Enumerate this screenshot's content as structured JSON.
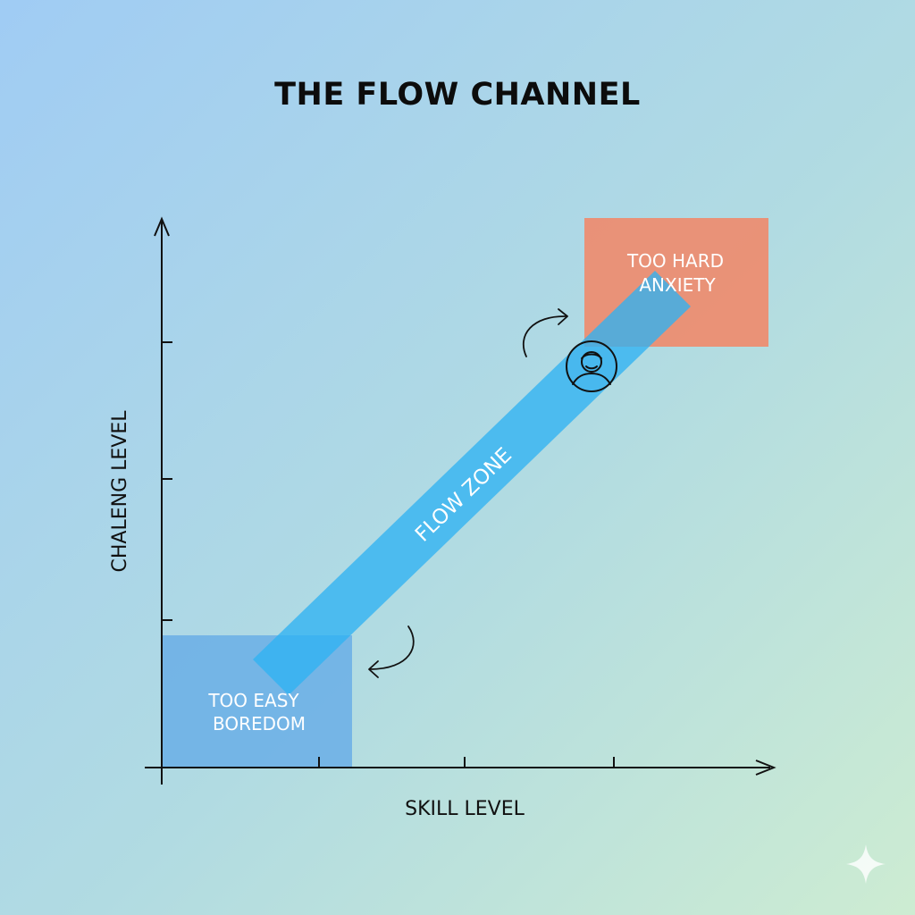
{
  "title": "THE FLOW CHANNEL",
  "axes": {
    "x_label": "SKILL LEVEL",
    "y_label": "CHALENG LEVEL"
  },
  "zones": {
    "low": {
      "line1": "TOO EASY",
      "line2": "BOREDOM",
      "color": "#6aaee6"
    },
    "high": {
      "line1": "TOO HARD",
      "line2": "ANXIETY",
      "color": "#e88a72"
    },
    "flow": {
      "label": "FLOW ZONE",
      "color": "#2fb2f2"
    }
  },
  "icons": {
    "person": "person-icon",
    "arrow_up": "curved-arrow-up-right-icon",
    "arrow_down": "curved-arrow-down-left-icon",
    "sparkle": "sparkle-icon"
  },
  "colors": {
    "background_start": "#a0ccf4",
    "background_end": "#cdecd2",
    "ink": "#111111"
  }
}
